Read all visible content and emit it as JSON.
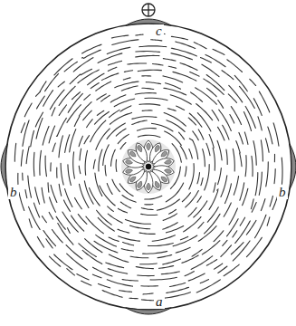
{
  "diagram": {
    "labels": [
      "c",
      "b",
      "b",
      "a"
    ]
  }
}
